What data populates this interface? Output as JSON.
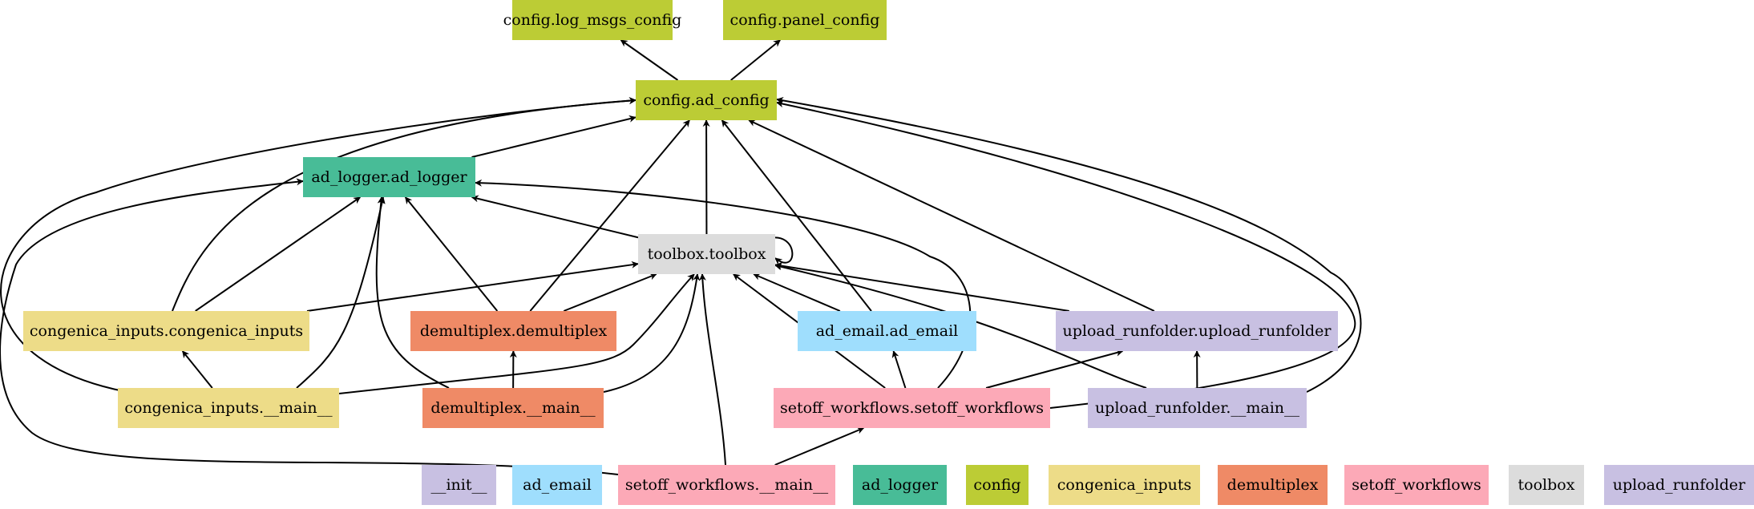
{
  "colors": {
    "config": "#bccc35",
    "ad_logger": "#48bc97",
    "toolbox": "#dcdcdc",
    "congenica_inputs": "#eddc88",
    "demultiplex": "#ef8a66",
    "ad_email": "#9fdefd",
    "upload_runfolder": "#c8c0e2",
    "setoff_workflows": "#fca9b7",
    "init": "#c8c0e2"
  },
  "nodes": {
    "config_log_msgs_config": {
      "label": "config.log_msgs_config",
      "group": "config"
    },
    "config_panel_config": {
      "label": "config.panel_config",
      "group": "config"
    },
    "config_ad_config": {
      "label": "config.ad_config",
      "group": "config"
    },
    "ad_logger_ad_logger": {
      "label": "ad_logger.ad_logger",
      "group": "ad_logger"
    },
    "toolbox_toolbox": {
      "label": "toolbox.toolbox",
      "group": "toolbox"
    },
    "congenica_inputs_congenica_inputs": {
      "label": "congenica_inputs.congenica_inputs",
      "group": "congenica_inputs"
    },
    "demultiplex_demultiplex": {
      "label": "demultiplex.demultiplex",
      "group": "demultiplex"
    },
    "ad_email_ad_email": {
      "label": "ad_email.ad_email",
      "group": "ad_email"
    },
    "upload_runfolder_upload_runfolder": {
      "label": "upload_runfolder.upload_runfolder",
      "group": "upload_runfolder"
    },
    "congenica_inputs_main": {
      "label": "congenica_inputs.__main__",
      "group": "congenica_inputs"
    },
    "demultiplex_main": {
      "label": "demultiplex.__main__",
      "group": "demultiplex"
    },
    "setoff_workflows_setoff_workflows": {
      "label": "setoff_workflows.setoff_workflows",
      "group": "setoff_workflows"
    },
    "upload_runfolder_main": {
      "label": "upload_runfolder.__main__",
      "group": "upload_runfolder"
    },
    "setoff_workflows_main": {
      "label": "setoff_workflows.__main__",
      "group": "setoff_workflows"
    }
  },
  "legend": [
    {
      "label": "__init__",
      "group": "init"
    },
    {
      "label": "ad_email",
      "group": "ad_email"
    },
    {
      "label": "ad_logger",
      "group": "ad_logger"
    },
    {
      "label": "config",
      "group": "config"
    },
    {
      "label": "congenica_inputs",
      "group": "congenica_inputs"
    },
    {
      "label": "demultiplex",
      "group": "demultiplex"
    },
    {
      "label": "setoff_workflows",
      "group": "setoff_workflows"
    },
    {
      "label": "toolbox",
      "group": "toolbox"
    },
    {
      "label": "upload_runfolder",
      "group": "upload_runfolder"
    }
  ],
  "edges": [
    [
      "config_ad_config",
      "config_log_msgs_config"
    ],
    [
      "config_ad_config",
      "config_panel_config"
    ],
    [
      "ad_logger_ad_logger",
      "config_ad_config"
    ],
    [
      "toolbox_toolbox",
      "config_ad_config"
    ],
    [
      "toolbox_toolbox",
      "ad_logger_ad_logger"
    ],
    [
      "toolbox_toolbox",
      "toolbox_toolbox"
    ],
    [
      "congenica_inputs_congenica_inputs",
      "config_ad_config"
    ],
    [
      "congenica_inputs_congenica_inputs",
      "ad_logger_ad_logger"
    ],
    [
      "congenica_inputs_congenica_inputs",
      "toolbox_toolbox"
    ],
    [
      "demultiplex_demultiplex",
      "config_ad_config"
    ],
    [
      "demultiplex_demultiplex",
      "ad_logger_ad_logger"
    ],
    [
      "demultiplex_demultiplex",
      "toolbox_toolbox"
    ],
    [
      "ad_email_ad_email",
      "config_ad_config"
    ],
    [
      "ad_email_ad_email",
      "toolbox_toolbox"
    ],
    [
      "upload_runfolder_upload_runfolder",
      "config_ad_config"
    ],
    [
      "upload_runfolder_upload_runfolder",
      "toolbox_toolbox"
    ],
    [
      "congenica_inputs_main",
      "congenica_inputs_congenica_inputs"
    ],
    [
      "congenica_inputs_main",
      "ad_logger_ad_logger"
    ],
    [
      "congenica_inputs_main",
      "config_ad_config"
    ],
    [
      "congenica_inputs_main",
      "toolbox_toolbox"
    ],
    [
      "demultiplex_main",
      "demultiplex_demultiplex"
    ],
    [
      "demultiplex_main",
      "ad_logger_ad_logger"
    ],
    [
      "demultiplex_main",
      "toolbox_toolbox"
    ],
    [
      "setoff_workflows_setoff_workflows",
      "ad_email_ad_email"
    ],
    [
      "setoff_workflows_setoff_workflows",
      "toolbox_toolbox"
    ],
    [
      "setoff_workflows_setoff_workflows",
      "ad_logger_ad_logger"
    ],
    [
      "setoff_workflows_setoff_workflows",
      "upload_runfolder_upload_runfolder"
    ],
    [
      "setoff_workflows_setoff_workflows",
      "config_ad_config"
    ],
    [
      "upload_runfolder_main",
      "upload_runfolder_upload_runfolder"
    ],
    [
      "upload_runfolder_main",
      "toolbox_toolbox"
    ],
    [
      "upload_runfolder_main",
      "config_ad_config"
    ],
    [
      "setoff_workflows_main",
      "setoff_workflows_setoff_workflows"
    ],
    [
      "setoff_workflows_main",
      "toolbox_toolbox"
    ],
    [
      "setoff_workflows_main",
      "ad_logger_ad_logger"
    ]
  ]
}
